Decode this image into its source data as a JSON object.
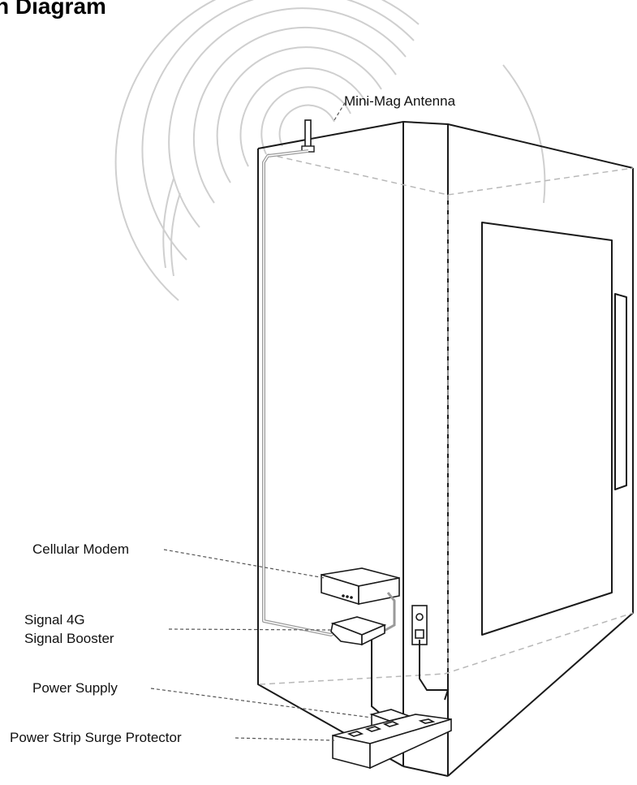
{
  "title": "n Diagram",
  "labels": {
    "antenna": "Mini-Mag Antenna",
    "modem": "Cellular Modem",
    "booster_line1": "Signal 4G",
    "booster_line2": "Signal Booster",
    "power_supply": "Power Supply",
    "power_strip": "Power Strip Surge Protector"
  },
  "colors": {
    "line": "#1a1a1a",
    "cable": "#9a9a9a",
    "waves": "#cfcfcf",
    "dashed": "#b8b8b8"
  }
}
